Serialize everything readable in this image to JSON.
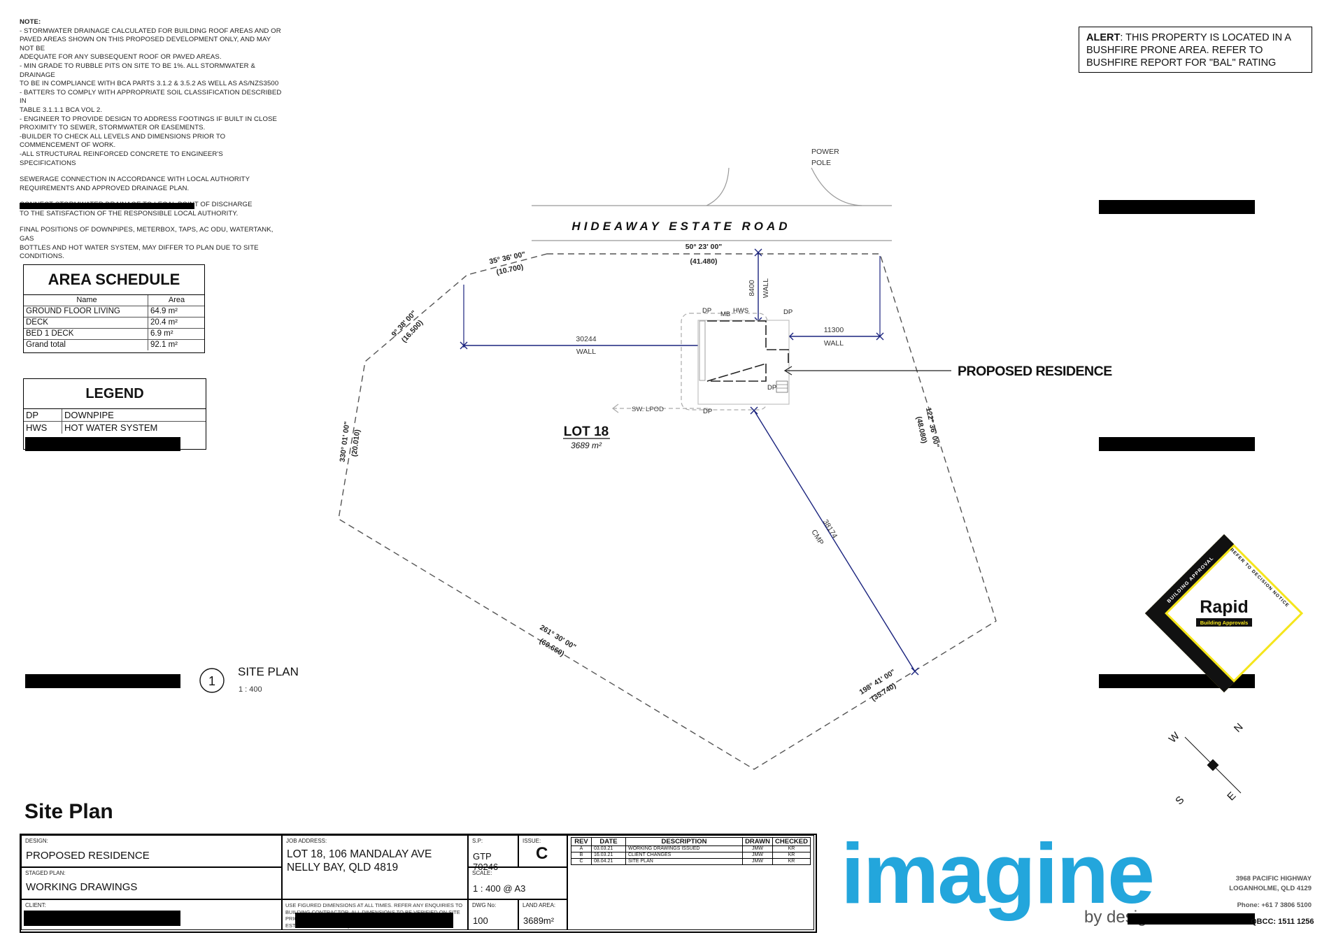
{
  "notes": {
    "heading": "NOTE:",
    "paragraphs": [
      "- STORMWATER DRAINAGE CALCULATED FOR BUILDING ROOF AREAS AND OR\nPAVED AREAS SHOWN ON THIS PROPOSED DEVELOPMENT ONLY, AND MAY NOT BE\nADEQUATE FOR ANY SUBSEQUENT ROOF OR PAVED AREAS.\n- MIN GRADE TO RUBBLE PITS ON SITE TO BE 1%. ALL STORMWATER & DRAINAGE\nTO BE IN COMPLIANCE WITH BCA PARTS 3.1.2 & 3.5.2 AS WELL AS AS/NZS3500\n- BATTERS TO COMPLY WITH APPROPRIATE SOIL CLASSIFICATION DESCRIBED IN\nTABLE 3.1.1.1 BCA VOL 2.\n- ENGINEER TO PROVIDE DESIGN TO ADDRESS FOOTINGS IF BUILT IN CLOSE\nPROXIMITY TO SEWER, STORMWATER OR EASEMENTS.\n-BUILDER TO CHECK ALL LEVELS AND DIMENSIONS PRIOR TO\nCOMMENCEMENT OF WORK.\n-ALL STRUCTURAL REINFORCED CONCRETE TO ENGINEER'S\nSPECIFICATIONS",
      "SEWERAGE CONNECTION IN ACCORDANCE WITH LOCAL AUTHORITY\nREQUIREMENTS AND APPROVED DRAINAGE PLAN.",
      "CONNECT STORMWATER DRAINAGE TO LEGAL POINT OF DISCHARGE\nTO THE SATISFACTION OF THE RESPONSIBLE LOCAL AUTHORITY.",
      "FINAL POSITIONS OF DOWNPIPES, METERBOX, TAPS, AC ODU, WATERTANK, GAS\nBOTTLES AND HOT WATER SYSTEM, MAY DIFFER TO PLAN DUE TO SITE\nCONDITIONS."
    ]
  },
  "alert": {
    "label": "ALERT",
    "text": ": THIS PROPERTY IS LOCATED IN A BUSHFIRE PRONE AREA. REFER TO BUSHFIRE REPORT FOR \"BAL\" RATING"
  },
  "area_schedule": {
    "title": "AREA SCHEDULE",
    "headers": [
      "Name",
      "Area"
    ],
    "rows": [
      [
        "GROUND FLOOR LIVING",
        "64.9 m²"
      ],
      [
        "DECK",
        "20.4 m²"
      ],
      [
        "BED 1 DECK",
        "6.9 m²"
      ],
      [
        "Grand total",
        "92.1 m²"
      ]
    ]
  },
  "legend": {
    "title": "LEGEND",
    "rows": [
      [
        "DP",
        "DOWNPIPE"
      ],
      [
        "HWS",
        "HOT WATER SYSTEM"
      ]
    ]
  },
  "plan": {
    "road_name": "HIDEAWAY ESTATE ROAD",
    "power_pole": [
      "POWER",
      "POLE"
    ],
    "lot_name": "LOT 18",
    "lot_area": "3689 m²",
    "proposed_residence": "PROPOSED RESIDENCE",
    "boundaries": [
      {
        "bearing": "50° 23' 00\"",
        "length": "(41.480)"
      },
      {
        "bearing": "35° 36' 00\"",
        "length": "(10.700)"
      },
      {
        "bearing": "9° 38' 00\"",
        "length": "(16.500)"
      },
      {
        "bearing": "330° 01' 00\"",
        "length": "(20.010)"
      },
      {
        "bearing": "261° 30' 00\"",
        "length": "(60.660)"
      },
      {
        "bearing": "198° 41' 00\"",
        "length": "(35.740)"
      },
      {
        "bearing": "122° 36' 00\"",
        "length": "(48.080)"
      }
    ],
    "setbacks": [
      {
        "value": "30244",
        "type": "WALL"
      },
      {
        "value": "11300",
        "type": "WALL"
      },
      {
        "value": "8400",
        "type": "WALL"
      },
      {
        "value": "38174",
        "type": "CMP"
      }
    ],
    "house_labels": [
      "DP",
      "MB",
      "HWS",
      "DP",
      "DP",
      "DP"
    ],
    "sw_label": "SW. LPOD"
  },
  "view": {
    "number": "1",
    "title": "SITE PLAN",
    "scale": "1 : 400"
  },
  "stamp": {
    "brand": "Rapid",
    "sub": "Building Approvals",
    "ring_top": "BUILDING APPROVAL",
    "ring_side": "REFER TO DECISION NOTICE"
  },
  "compass": {
    "n": "N",
    "s": "S",
    "e": "E",
    "w": "W"
  },
  "sheet_title": "Site Plan",
  "title_block": {
    "design_label": "DESIGN:",
    "design": "PROPOSED RESIDENCE",
    "staged_label": "STAGED PLAN:",
    "staged": "WORKING DRAWINGS",
    "client_label": "CLIENT:",
    "job_label": "JOB ADDRESS:",
    "job_line1": "LOT 18, 106 MANDALAY AVE",
    "job_line2": "NELLY BAY, QLD 4819",
    "disclaimer": "USE FIGURED DIMENSIONS AT ALL TIMES. REFER ANY ENQUIRIES TO BUILDING CONTRACTOR. ALL DIMENSIONS TO BE VERIFIED ON SITE PRIOR TO COMMENCEMENT OF WORK. COMPLY WITH ESTATE/AUTHORITY REQUIREMENTS.",
    "sp_label": "S.P:",
    "sp": "GTP 70246",
    "issue_label": "ISSUE:",
    "issue": "C",
    "scale_label": "SCALE:",
    "scale": "1 : 400 @ A3",
    "dwg_label": "DWG No:",
    "dwg": "100",
    "land_label": "LAND AREA:",
    "land": "3689m²",
    "rev_headers": [
      "REV",
      "DATE",
      "DESCRIPTION",
      "DRAWN",
      "CHECKED"
    ],
    "revisions": [
      [
        "A",
        "03.03.21",
        "WORKING DRAWINGS ISSUED",
        "JMW",
        "KR"
      ],
      [
        "B",
        "16.03.21",
        "CLIENT CHANGES",
        "JMW",
        "KR"
      ],
      [
        "C",
        "08.04.21",
        "SITE PLAN",
        "JMW",
        "KR"
      ]
    ]
  },
  "company": {
    "brand": "imagine",
    "sub": "by design",
    "address1": "3968 PACIFIC HIGHWAY",
    "address2": "LOGANHOLME, QLD 4129",
    "phone": "Phone:  +61 7 3806 5100",
    "qbcc": "QBCC: 1511 1256"
  },
  "colors": {
    "dimension_blue": "#1a237e",
    "brand_blue": "#23a6dc",
    "stamp_yellow": "#f5e51b"
  }
}
